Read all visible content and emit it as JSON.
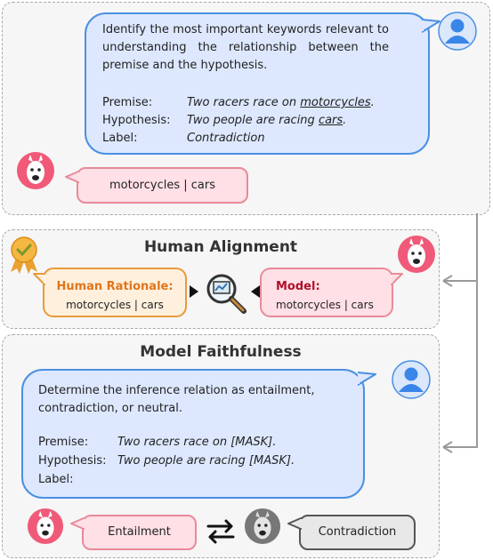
{
  "top": {
    "instruction": "Identify the most important keywords relevant to understanding the relationship between the premise and the hypothesis.",
    "premise_label": "Premise:",
    "premise_pre": "Two racers race on ",
    "premise_key": "motorcycles",
    "premise_post": ".",
    "hypothesis_label": "Hypothesis:",
    "hypothesis_pre": "Two people are racing ",
    "hypothesis_key": "cars",
    "hypothesis_post": ".",
    "label_label": "Label:",
    "label_value": "Contradiction",
    "model_answer": "motorcycles | cars"
  },
  "alignment": {
    "title": "Human Alignment",
    "human_title": "Human Rationale:",
    "human_value": "motorcycles | cars",
    "model_title": "Model:",
    "model_value": "motorcycles | cars"
  },
  "faithfulness": {
    "title": "Model Faithfulness",
    "instruction": "Determine the inference relation as entailment, contradiction, or neutral.",
    "premise_label": "Premise:",
    "premise_value": "Two racers race on [MASK].",
    "hypothesis_label": "Hypothesis:",
    "hypothesis_value": "Two people are racing [MASK].",
    "label_label": "Label:",
    "answer_original": "Entailment",
    "answer_masked": "Contradiction"
  },
  "colors": {
    "blue_accent": "#4a90e2",
    "pink_accent": "#e88a9a",
    "orange_accent": "#e89a3a",
    "orange_text": "#e0751a",
    "red_text": "#b0102a"
  }
}
